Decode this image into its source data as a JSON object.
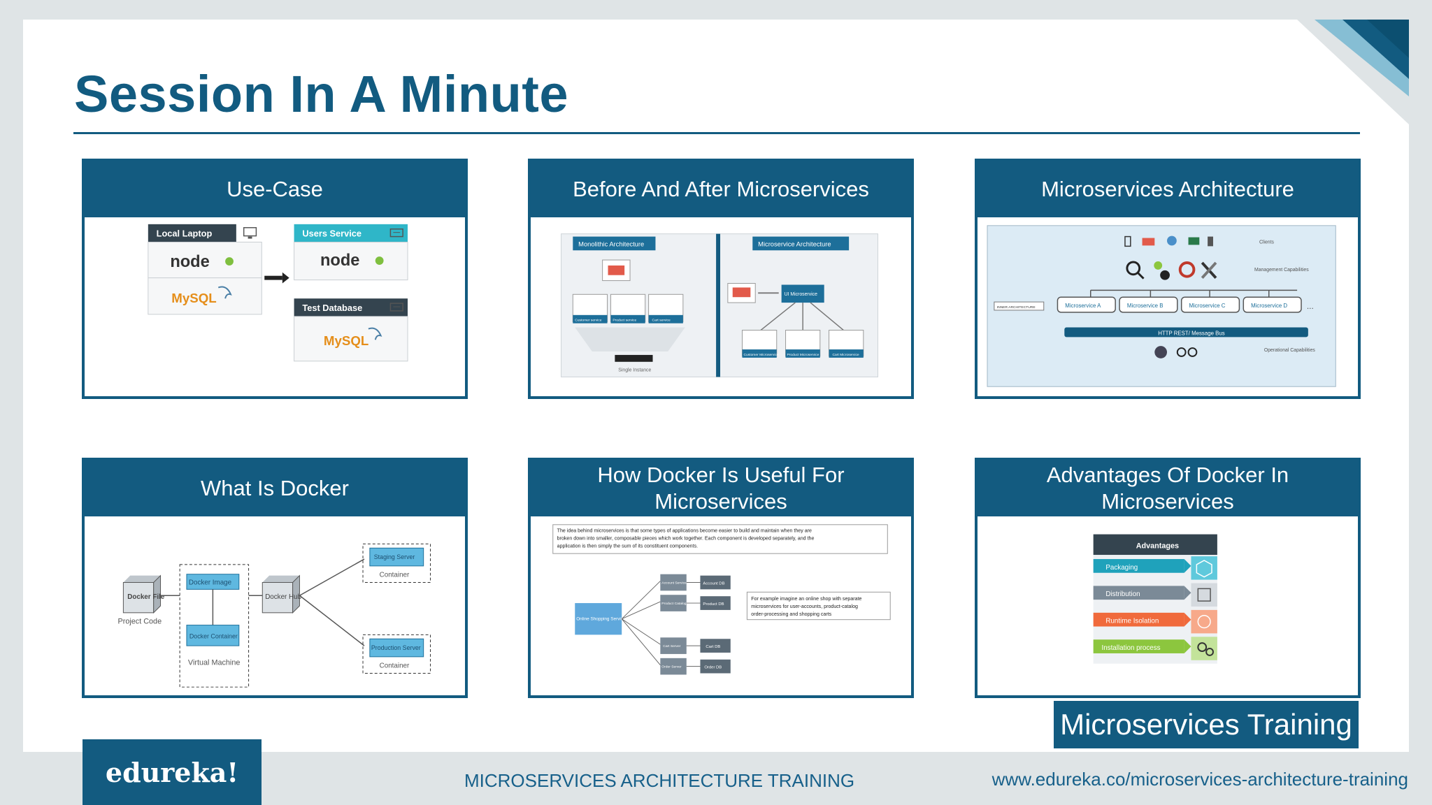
{
  "slide": {
    "title": "Session In A Minute",
    "badge": "Microservices Training"
  },
  "cards": [
    {
      "heading": "Use-Case",
      "local_laptop": "Local Laptop",
      "users_service": "Users Service",
      "test_database": "Test Database",
      "node_label": "node",
      "mysql_label": "MySQL"
    },
    {
      "heading": "Before And After Microservices",
      "monolithic": "Monolithic Architecture",
      "microservice": "Microservice Architecture",
      "single_instance": "Single Instance",
      "ui_microservice": "UI Microservice",
      "customer_service": "Customer service",
      "product_service": "Product service",
      "cart_service": "Cart service",
      "customer_ms": "Customer Microservice",
      "product_ms": "Product Microservice",
      "cart_ms": "Cart Microservice"
    },
    {
      "heading": "Microservices Architecture",
      "clients": "Clients",
      "management": "Management Capabilities",
      "inner_architecture": "INNER ARCHITECTURE",
      "ms_a": "Microservice A",
      "ms_b": "Microservice B",
      "ms_c": "Microservice C",
      "ms_d": "Microservice D",
      "ellipsis": "...",
      "bus": "HTTP REST/ Message Bus",
      "operational": "Operational Capabilities"
    },
    {
      "heading": "What Is Docker",
      "docker_file": "Docker File",
      "project_code": "Project Code",
      "docker_image": "Docker Image",
      "docker_container": "Docker Container",
      "virtual_machine": "Virtual Machine",
      "docker_hub": "Docker Hub",
      "staging_server": "Staging Server",
      "production_server": "Production Server",
      "container": "Container"
    },
    {
      "heading": "How Docker Is Useful For Microservices",
      "description_lines": [
        "The idea behind microservices is that some types of applications become easier to build and maintain when they are",
        "broken down into smaller, composable pieces which work together. Each component is developed separately, and the",
        "application is then simply the sum of its constituent components."
      ],
      "online_shopping": "Online Shopping Service",
      "account_service": "Account Service",
      "product_catalog": "Product Catalog",
      "cart_server": "Cart Server",
      "order_server": "Order Server",
      "account_db": "Account DB",
      "product_db": "Product DB",
      "cart_db": "Cart DB",
      "order_db": "Order DB",
      "example_lines": [
        "For example imagine an online shop with separate",
        "microservices for user-accounts, product-catalog",
        "order-processing and shopping carts"
      ]
    },
    {
      "heading": "Advantages Of Docker In Microservices",
      "advantages_title": "Advantages",
      "items": [
        "Packaging",
        "Distribution",
        "Runtime Isolation",
        "Installation process"
      ],
      "colors": [
        "#1fa2bb",
        "#7b8a97",
        "#f06a3c",
        "#8cc63e"
      ]
    }
  ],
  "footer": {
    "logo": "edureka!",
    "center": "MICROSERVICES ARCHITECTURE TRAINING",
    "url": "www.edureka.co/microservices-architecture-training"
  }
}
